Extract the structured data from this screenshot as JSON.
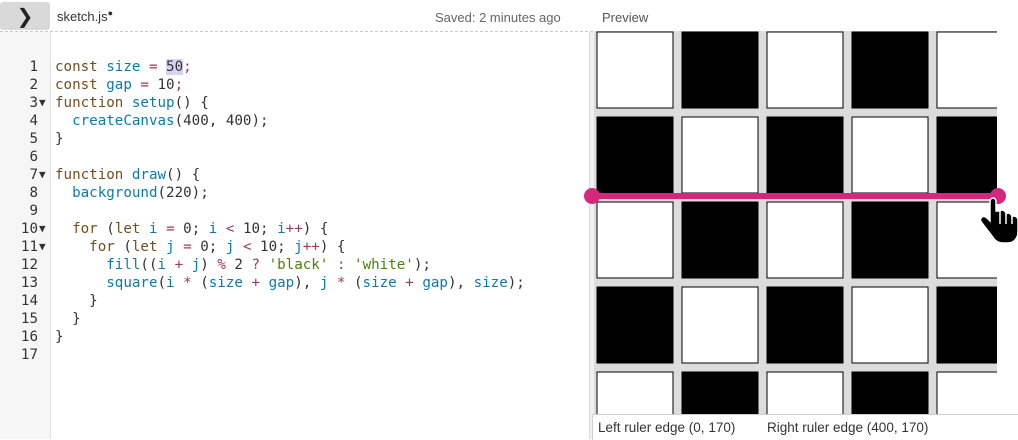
{
  "toolbar": {
    "toggle_icon": "chevron-right-icon",
    "toggle_glyph": "❯",
    "file_name": "sketch.js",
    "unsaved_dot": "●",
    "saved_status": "Saved: 2 minutes ago",
    "preview_label": "Preview"
  },
  "editor": {
    "lines": [
      {
        "n": "1",
        "fold": "",
        "tokens": [
          [
            "kw",
            "const "
          ],
          [
            "id",
            "size"
          ],
          [
            "op",
            " = "
          ],
          [
            "hl",
            "50"
          ],
          [
            "op",
            ";"
          ]
        ]
      },
      {
        "n": "2",
        "fold": "",
        "tokens": [
          [
            "kw",
            "const "
          ],
          [
            "id",
            "gap"
          ],
          [
            "op",
            " = "
          ],
          [
            "num",
            "10"
          ],
          [
            "op",
            ";"
          ]
        ]
      },
      {
        "n": "3",
        "fold": "▼",
        "tokens": [
          [
            "kw",
            "function "
          ],
          [
            "id",
            "setup"
          ],
          [
            "num",
            "() {"
          ]
        ]
      },
      {
        "n": "4",
        "fold": "",
        "tokens": [
          [
            "num",
            "  "
          ],
          [
            "id",
            "createCanvas"
          ],
          [
            "num",
            "(400, 400);"
          ]
        ]
      },
      {
        "n": "5",
        "fold": "",
        "tokens": [
          [
            "num",
            "}"
          ]
        ]
      },
      {
        "n": "6",
        "fold": "",
        "tokens": []
      },
      {
        "n": "7",
        "fold": "▼",
        "tokens": [
          [
            "kw",
            "function "
          ],
          [
            "id",
            "draw"
          ],
          [
            "num",
            "() {"
          ]
        ]
      },
      {
        "n": "8",
        "fold": "",
        "tokens": [
          [
            "num",
            "  "
          ],
          [
            "id",
            "background"
          ],
          [
            "num",
            "(220);"
          ]
        ]
      },
      {
        "n": "9",
        "fold": "",
        "tokens": []
      },
      {
        "n": "10",
        "fold": "▼",
        "tokens": [
          [
            "num",
            "  "
          ],
          [
            "kw",
            "for "
          ],
          [
            "num",
            "("
          ],
          [
            "kw",
            "let "
          ],
          [
            "id",
            "i"
          ],
          [
            "op",
            " = "
          ],
          [
            "num",
            "0; "
          ],
          [
            "id",
            "i"
          ],
          [
            "op",
            " < "
          ],
          [
            "num",
            "10; "
          ],
          [
            "id",
            "i"
          ],
          [
            "op",
            "++"
          ],
          [
            "num",
            ") {"
          ]
        ]
      },
      {
        "n": "11",
        "fold": "▼",
        "tokens": [
          [
            "num",
            "    "
          ],
          [
            "kw",
            "for "
          ],
          [
            "num",
            "("
          ],
          [
            "kw",
            "let "
          ],
          [
            "id",
            "j"
          ],
          [
            "op",
            " = "
          ],
          [
            "num",
            "0; "
          ],
          [
            "id",
            "j"
          ],
          [
            "op",
            " < "
          ],
          [
            "num",
            "10; "
          ],
          [
            "id",
            "j"
          ],
          [
            "op",
            "++"
          ],
          [
            "num",
            ") {"
          ]
        ]
      },
      {
        "n": "12",
        "fold": "",
        "tokens": [
          [
            "num",
            "      "
          ],
          [
            "id",
            "fill"
          ],
          [
            "num",
            "(("
          ],
          [
            "id",
            "i"
          ],
          [
            "op",
            " + "
          ],
          [
            "id",
            "j"
          ],
          [
            "num",
            ") "
          ],
          [
            "op",
            "%"
          ],
          [
            "num",
            " 2 "
          ],
          [
            "op",
            "?"
          ],
          [
            "num",
            " "
          ],
          [
            "str",
            "'black'"
          ],
          [
            "num",
            " "
          ],
          [
            "op",
            ":"
          ],
          [
            "num",
            " "
          ],
          [
            "str",
            "'white'"
          ],
          [
            "num",
            ");"
          ]
        ]
      },
      {
        "n": "13",
        "fold": "",
        "tokens": [
          [
            "num",
            "      "
          ],
          [
            "id",
            "square"
          ],
          [
            "num",
            "("
          ],
          [
            "id",
            "i"
          ],
          [
            "op",
            " * "
          ],
          [
            "num",
            "("
          ],
          [
            "id",
            "size"
          ],
          [
            "op",
            " + "
          ],
          [
            "id",
            "gap"
          ],
          [
            "num",
            "), "
          ],
          [
            "id",
            "j"
          ],
          [
            "op",
            " * "
          ],
          [
            "num",
            "("
          ],
          [
            "id",
            "size"
          ],
          [
            "op",
            " + "
          ],
          [
            "id",
            "gap"
          ],
          [
            "num",
            "), "
          ],
          [
            "id",
            "size"
          ],
          [
            "num",
            ");"
          ]
        ]
      },
      {
        "n": "14",
        "fold": "",
        "tokens": [
          [
            "num",
            "    }"
          ]
        ]
      },
      {
        "n": "15",
        "fold": "",
        "tokens": [
          [
            "num",
            "  }"
          ]
        ]
      },
      {
        "n": "16",
        "fold": "",
        "tokens": [
          [
            "num",
            "}"
          ]
        ]
      },
      {
        "n": "17",
        "fold": "",
        "tokens": []
      }
    ]
  },
  "preview": {
    "background": "#dcdcdc",
    "grid_count": 10,
    "square_size": 50,
    "gap": 10,
    "canvas_size": 400,
    "fill_dark": "#000000",
    "fill_light": "#ffffff"
  },
  "ruler": {
    "color": "#d4287e",
    "cursor_icon": "hand-pointer-icon",
    "left_edge_label": "Left ruler edge (0, 170)",
    "right_edge_label": "Right ruler edge (400, 170)"
  }
}
